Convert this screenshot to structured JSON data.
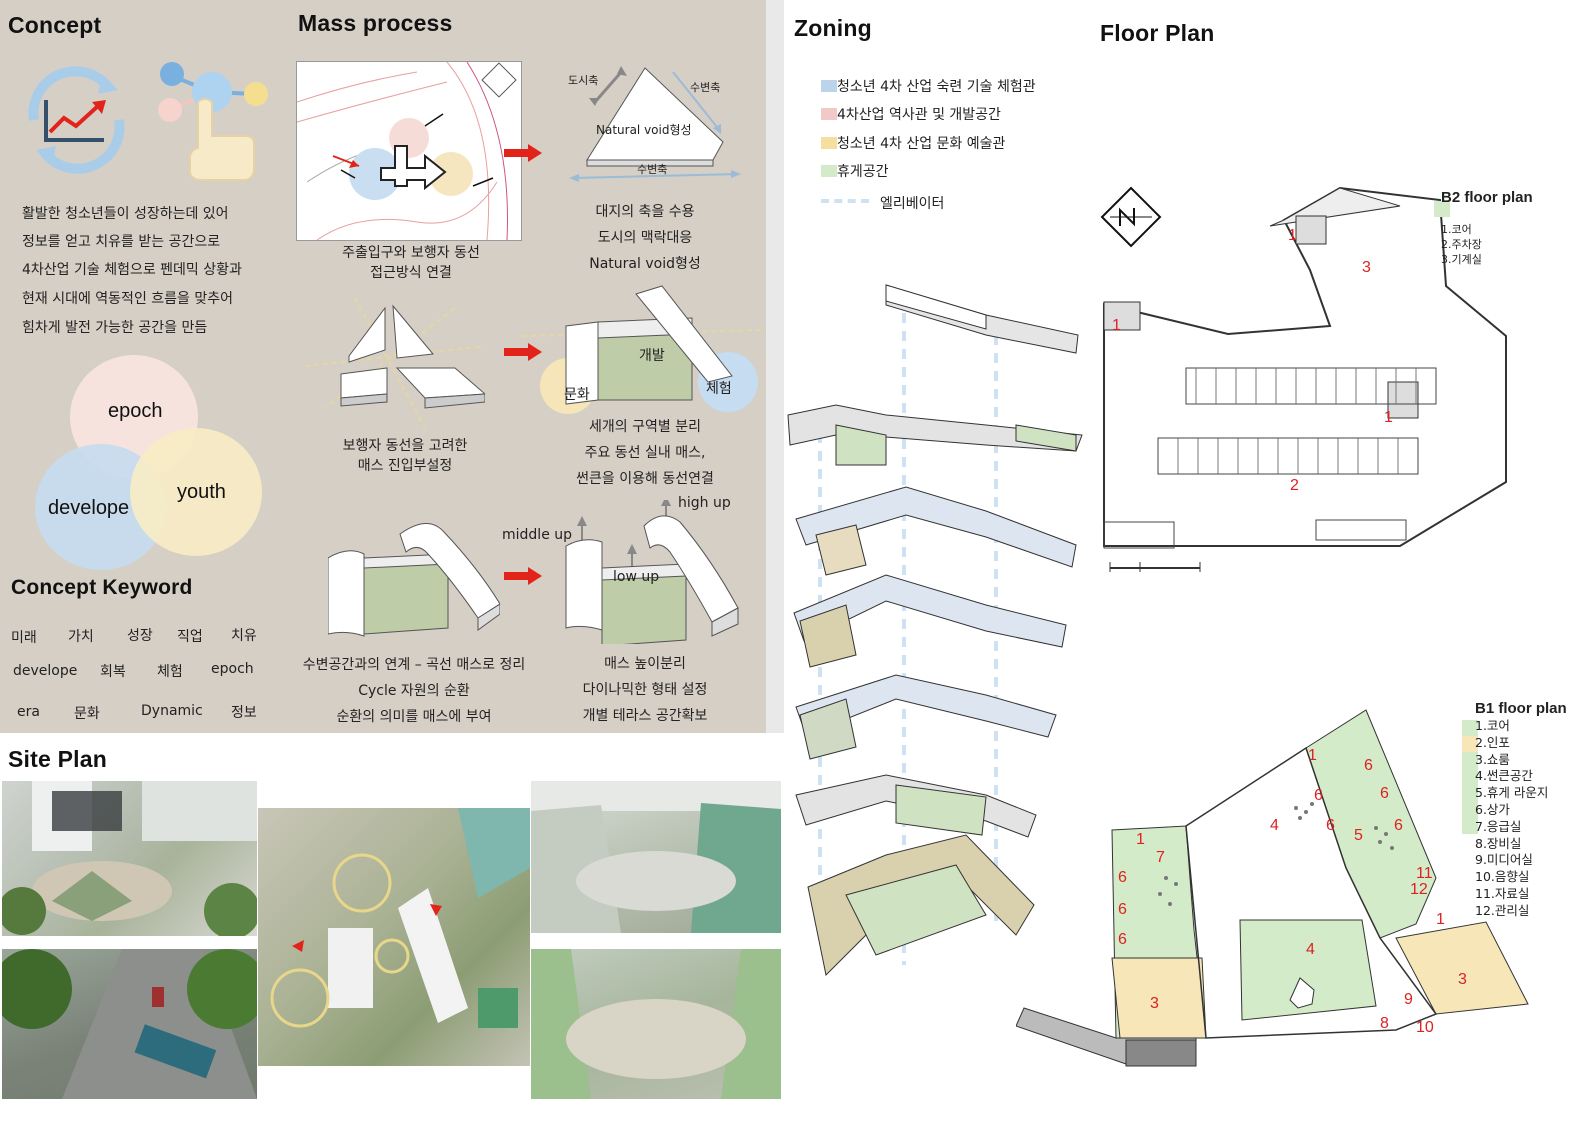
{
  "sections": {
    "concept": "Concept",
    "mass_process": "Mass process",
    "zoning": "Zoning",
    "floor_plan": "Floor Plan",
    "site_plan": "Site Plan",
    "concept_keyword": "Concept Keyword"
  },
  "concept_text": [
    "활발한 청소년들이 성장하는데 있어",
    "정보를 얻고 치유를 받는 공간으로",
    "4차산업 기술 체험으로 펜데믹 상황과",
    "현재 시대에 역동적인 흐름을 맞추어",
    "힘차게 발전 가능한 공간을 만듬"
  ],
  "venn": {
    "top": "epoch",
    "left": "develope",
    "right": "youth"
  },
  "keywords": {
    "row1": [
      "미래",
      "가치",
      "성장",
      "직업",
      "치유"
    ],
    "row2": [
      "develope",
      "회복",
      "체험",
      "epoch"
    ],
    "row3": [
      "era",
      "문화",
      "Dynamic",
      "정보"
    ]
  },
  "mass": {
    "step1_caption": [
      "주출입구와 보행자 동선",
      "접근방식 연결"
    ],
    "step2_labels": {
      "a": "도시축",
      "b": "수변축",
      "c": "수변축",
      "center": "Natural void형성"
    },
    "step2_caption": [
      "대지의 축을 수용",
      "도시의 맥락대응",
      "Natural void형성"
    ],
    "step3_caption": [
      "보행자 동선을 고려한",
      "매스 진입부설정"
    ],
    "step4_labels": {
      "a": "개발",
      "b": "문화",
      "c": "체험"
    },
    "step4_caption": [
      "세개의 구역별 분리",
      "주요 동선 실내 매스,",
      "썬큰을 이용해 동선연결"
    ],
    "step5_caption": [
      "수변공간과의 연계 – 곡선 매스로 정리",
      "Cycle 자원의 순환",
      "순환의 의미를 매스에 부여"
    ],
    "step6_labels": {
      "middle": "middle up",
      "low": "low up",
      "high": "high up"
    },
    "step6_caption": [
      "매스 높이분리",
      "다이나믹한 형태 설정",
      "개별 테라스 공간확보"
    ]
  },
  "zoning_legend": [
    {
      "label": "청소년 4차 산업 숙련 기술 체험관",
      "color": "#bcd3ea"
    },
    {
      "label": "4차산업 역사관 및 개발공간",
      "color": "#f1c9c6"
    },
    {
      "label": "청소년 4차 산업 문화 예술관",
      "color": "#f4df9f"
    },
    {
      "label": "휴게공간",
      "color": "#d4ebc9"
    },
    {
      "label": "엘리베이터",
      "color": "#cfe2f3"
    }
  ],
  "b2": {
    "title": "B2 floor plan",
    "items": [
      "1.코어",
      "2.주차장",
      "3.기계실"
    ],
    "marks": [
      "1",
      "3",
      "1",
      "1",
      "2"
    ]
  },
  "b1": {
    "title": "B1 floor plan",
    "items": [
      "1.코어",
      "2.인포",
      "3.쇼룸",
      "4.썬큰공간",
      "5.휴게 라운지",
      "6.상가",
      "7.응급실",
      "8.장비실",
      "9.미디어실",
      "10.음향실",
      "11.자료실",
      "12.관리실"
    ],
    "marks": [
      "1",
      "6",
      "6",
      "4",
      "6",
      "6",
      "5",
      "6",
      "1",
      "7",
      "6",
      "6",
      "6",
      "11",
      "12",
      "3",
      "4",
      "3",
      "9",
      "8",
      "10",
      "1"
    ]
  },
  "colors": {
    "panel": "#d6cfc6",
    "accent_red": "#e2231a",
    "mark_red": "#d22222"
  }
}
